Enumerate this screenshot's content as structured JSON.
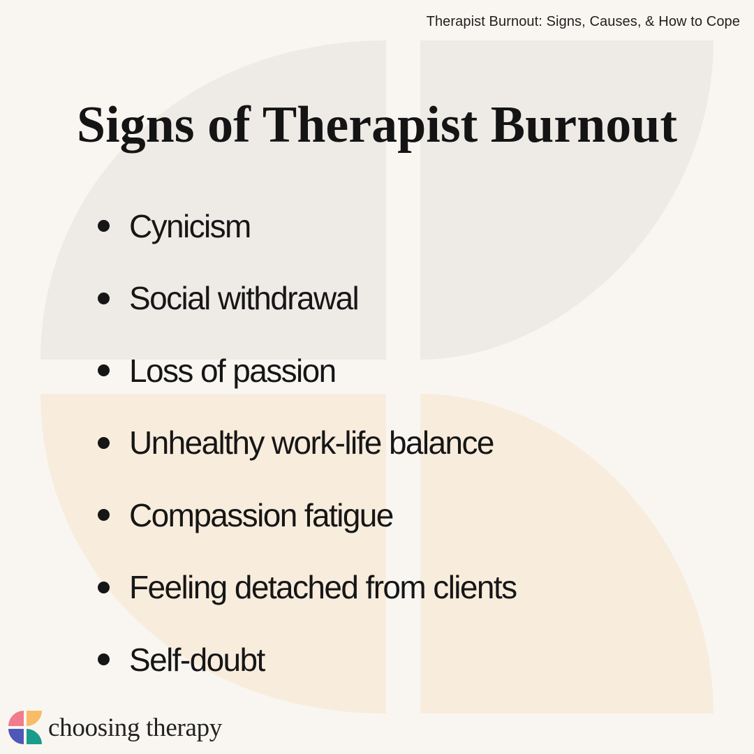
{
  "header": {
    "caption": "Therapist Burnout: Signs, Causes, & How to Cope"
  },
  "main": {
    "title": "Signs of Therapist Burnout",
    "signs": [
      "Cynicism",
      "Social withdrawal",
      "Loss of passion",
      "Unhealthy work-life balance",
      "Compassion fatigue",
      "Feeling detached from clients",
      "Self-doubt"
    ]
  },
  "footer": {
    "brand_name": "choosing therapy"
  },
  "colors": {
    "background": "#f9f6f2",
    "shape_gray": "#eeeae6",
    "shape_peach": "#f8ecdd",
    "text": "#161616",
    "logo_pink": "#f07d8c",
    "logo_yellow": "#f9bc66",
    "logo_blue": "#4f58b8",
    "logo_teal": "#1a9c8c"
  },
  "icons": {
    "background": "quarter-circle-shapes",
    "brand": "choosing-therapy-logo-icon",
    "bullet": "bullet-dot-icon"
  }
}
